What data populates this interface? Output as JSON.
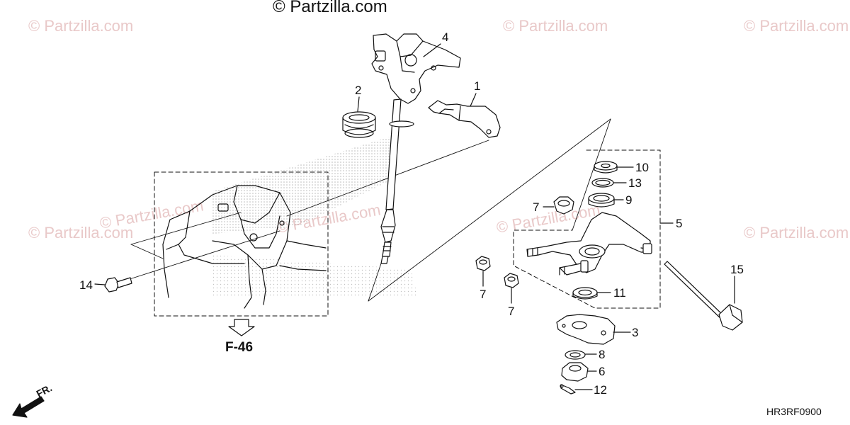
{
  "watermarks": {
    "main": "© Partzilla.com",
    "faint": "© Partzilla.com"
  },
  "callouts": [
    {
      "id": "1",
      "label": "1"
    },
    {
      "id": "2",
      "label": "2"
    },
    {
      "id": "3",
      "label": "3"
    },
    {
      "id": "4",
      "label": "4"
    },
    {
      "id": "5",
      "label": "5"
    },
    {
      "id": "6",
      "label": "6"
    },
    {
      "id": "7a",
      "label": "7"
    },
    {
      "id": "7b",
      "label": "7"
    },
    {
      "id": "7c",
      "label": "7"
    },
    {
      "id": "8",
      "label": "8"
    },
    {
      "id": "9",
      "label": "9"
    },
    {
      "id": "10",
      "label": "10"
    },
    {
      "id": "11",
      "label": "11"
    },
    {
      "id": "12",
      "label": "12"
    },
    {
      "id": "13",
      "label": "13"
    },
    {
      "id": "14",
      "label": "14"
    },
    {
      "id": "15",
      "label": "15"
    }
  ],
  "reference": "F-46",
  "direction": "FR.",
  "diagram_code": "HR3RF0900",
  "colors": {
    "line": "#111111",
    "watermark": "#e9c9c9",
    "stipple": "#8a8a8a"
  }
}
